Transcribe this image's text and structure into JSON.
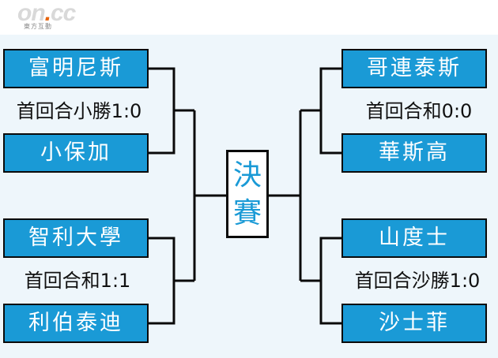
{
  "logo": {
    "main": "on",
    "dot": ".",
    "tld": "cc",
    "sub": "東方互動"
  },
  "left": {
    "top": {
      "team_a": "富明尼斯",
      "result": "首回合小勝1:0",
      "team_b": "小保加"
    },
    "bottom": {
      "team_a": "智利大學",
      "result": "首回合和1:1",
      "team_b": "利伯泰迪"
    }
  },
  "right": {
    "top": {
      "team_a": "哥連泰斯",
      "result": "首回合和0:0",
      "team_b": "華斯高"
    },
    "bottom": {
      "team_a": "山度士",
      "result": "首回合沙勝1:0",
      "team_b": "沙士菲"
    }
  },
  "final": {
    "line1": "決",
    "line2": "賽"
  },
  "colors": {
    "team_fill": "#1a9ad6",
    "final_text": "#1a9ad6",
    "panel_bg": "#eef6fb",
    "line": "#0a0a0a"
  }
}
